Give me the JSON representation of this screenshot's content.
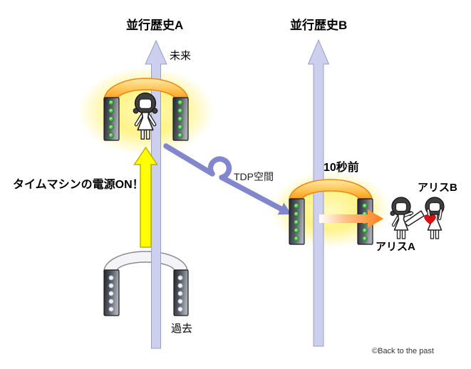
{
  "page": {
    "background": "#ffffff"
  },
  "labels": {
    "title_a": "並行歴史A",
    "title_b": "並行歴史B",
    "future": "未来",
    "past": "過去",
    "power_on": "タイムマシンの電源ON！",
    "tdp_space": "TDP空間",
    "ten_seconds_ago": "10秒前",
    "alice_a": "アリスA",
    "alice_b": "アリスB",
    "copyright": "©Back to the past"
  },
  "colors": {
    "timeline_fill": "#ccd0ee",
    "timeline_border": "#9aa0c0",
    "power_fill": "#ffff00",
    "power_border": "#c2ae00",
    "tdp_arrow": "#8186cd",
    "glow_core": "#fffbc2",
    "glow_mid": "#fff173",
    "arc_light": "#ffe9a8",
    "arc_mid": "#ffc14d",
    "arc_dark": "#ff9518",
    "arc_border": "#e8891a",
    "arc_off_fill": "#f4f4f6",
    "arc_off_border": "#8a8a92",
    "pillar_dark": "#24262c",
    "pillar_mid": "#5c616b",
    "pillar_light": "#a8adb6",
    "led_on": "#55c355",
    "led_off": "#f1f1f3",
    "exit_orange": "#ff7f1a",
    "heart": "#e01010",
    "hair": "#3f3f3f"
  }
}
